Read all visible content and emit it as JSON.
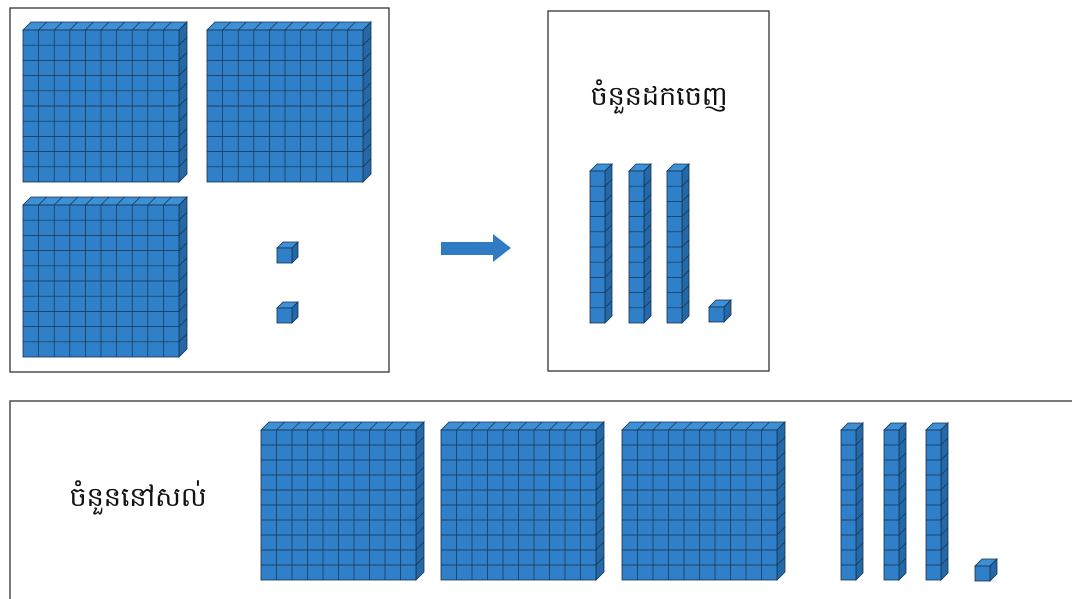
{
  "colors": {
    "block_face": "#2f80c8",
    "block_top": "#3d8fd6",
    "block_side": "#2468a8",
    "grid_line": "#16324d",
    "frame": "#333333",
    "arrow": "#2f7cc4"
  },
  "labels": {
    "taken_out": "ចំនួនដកចេញ",
    "remaining": "ចំនួននៅសល់"
  },
  "counts": {
    "original": {
      "hundreds": 3,
      "tens": 0,
      "ones": 2
    },
    "taken_out": {
      "hundreds": 0,
      "tens": 3,
      "ones": 1
    },
    "remaining": {
      "hundreds": 3,
      "tens": 3,
      "ones": 1
    }
  }
}
